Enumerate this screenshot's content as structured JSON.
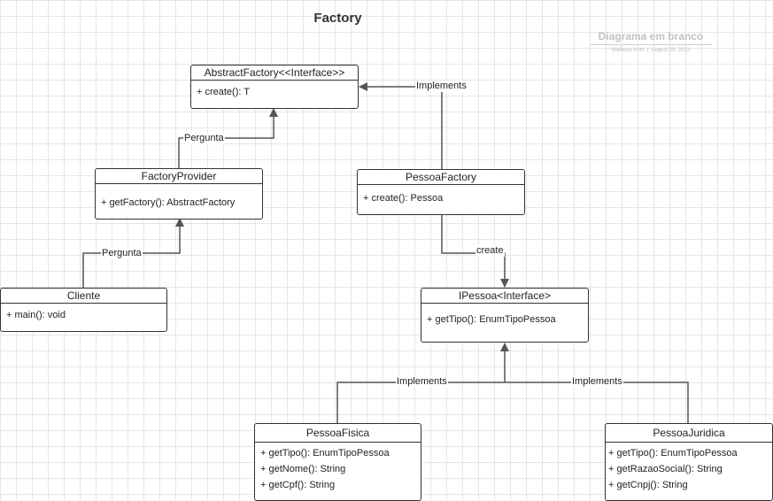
{
  "page": {
    "title": "Factory",
    "doc_name": "Diagrama em branco",
    "author": "Matheus Kotti",
    "date": "August 28, 2023"
  },
  "classes": {
    "abstract_factory": {
      "name": "AbstractFactory<<Interface>>",
      "members": [
        "+ create(): T"
      ]
    },
    "factory_provider": {
      "name": "FactoryProvider",
      "members": [
        "+ getFactory(): AbstractFactory"
      ]
    },
    "pessoa_factory": {
      "name": "PessoaFactory",
      "members": [
        "+ create(): Pessoa"
      ]
    },
    "cliente": {
      "name": "Cliente",
      "members": [
        "+ main(): void"
      ]
    },
    "ipessoa": {
      "name": "IPessoa<Interface>",
      "members": [
        "+ getTipo(): EnumTipoPessoa"
      ]
    },
    "pessoa_fisica": {
      "name": "PessoaFisica",
      "members": [
        "+ getTipo(): EnumTipoPessoa",
        "+ getNome(): String",
        "+ getCpf(): String"
      ]
    },
    "pessoa_juridica": {
      "name": "PessoaJuridica",
      "members": [
        "+ getTipo(): EnumTipoPessoa",
        "+ getRazaoSocial(): String",
        "+ getCnpj(): String"
      ]
    }
  },
  "relations": {
    "pessoa_factory_implements": "Implements",
    "provider_pergunta": "Pergunta",
    "cliente_pergunta": "Pergunta",
    "factory_create": "create",
    "fisica_implements": "Implements",
    "juridica_implements": "Implements"
  }
}
